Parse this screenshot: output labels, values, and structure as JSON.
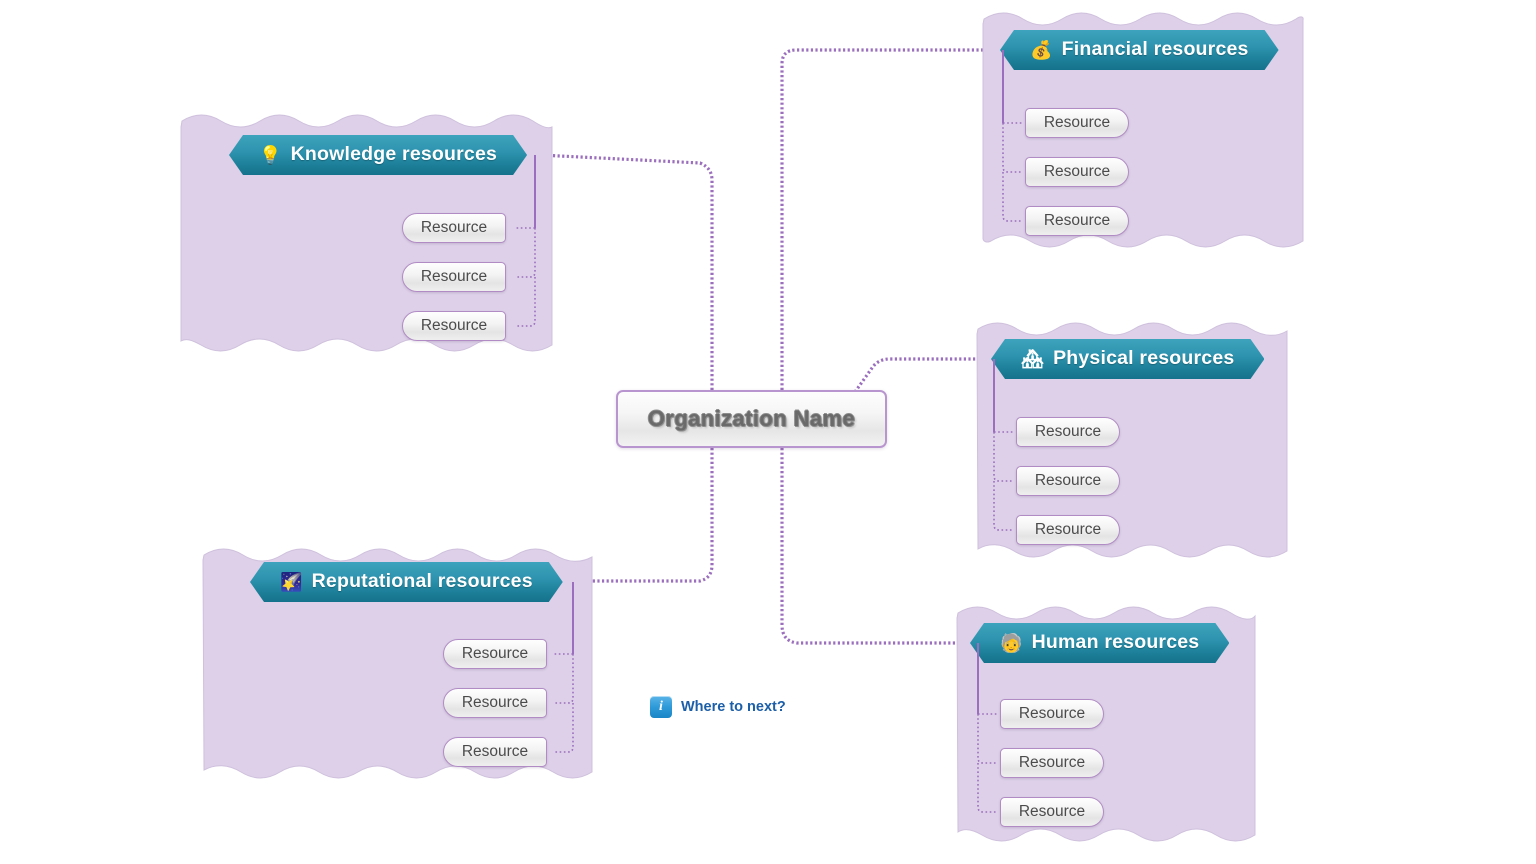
{
  "theme": {
    "banner_gradient_top": "#3ea3bd",
    "banner_gradient_bottom": "#15728c",
    "container_fill": "#ddd0e8",
    "container_edge": "#cfc0dd",
    "connector_color": "#9b6fbd",
    "pill_border": "#b18cc4",
    "central_border": "#b995cf",
    "central_text": "#6a6a6a",
    "info_accent": "#1c5fa8",
    "page_background": "#ffffff"
  },
  "central": {
    "label": "Organization Name"
  },
  "footer_note": {
    "icon": "info-icon",
    "icon_glyph": "i",
    "label": "Where to next?"
  },
  "branches": [
    {
      "id": "knowledge",
      "title": "Knowledge resources",
      "icon": "lightbulb-icon",
      "icon_glyph": "💡",
      "side": "left",
      "resources": [
        "Resource",
        "Resource",
        "Resource"
      ]
    },
    {
      "id": "reputational",
      "title": "Reputational resources",
      "icon": "shooting-star-icon",
      "icon_glyph": "🌠",
      "side": "left",
      "resources": [
        "Resource",
        "Resource",
        "Resource"
      ]
    },
    {
      "id": "financial",
      "title": "Financial resources",
      "icon": "money-bag-icon",
      "icon_glyph": "💰",
      "side": "right",
      "resources": [
        "Resource",
        "Resource",
        "Resource"
      ]
    },
    {
      "id": "physical",
      "title": "Physical resources",
      "icon": "houses-icon",
      "icon_glyph": "🏘",
      "side": "right",
      "resources": [
        "Resource",
        "Resource",
        "Resource"
      ]
    },
    {
      "id": "human",
      "title": "Human resources",
      "icon": "older-person-icon",
      "icon_glyph": "🧓",
      "side": "right",
      "resources": [
        "Resource",
        "Resource",
        "Resource"
      ]
    }
  ]
}
